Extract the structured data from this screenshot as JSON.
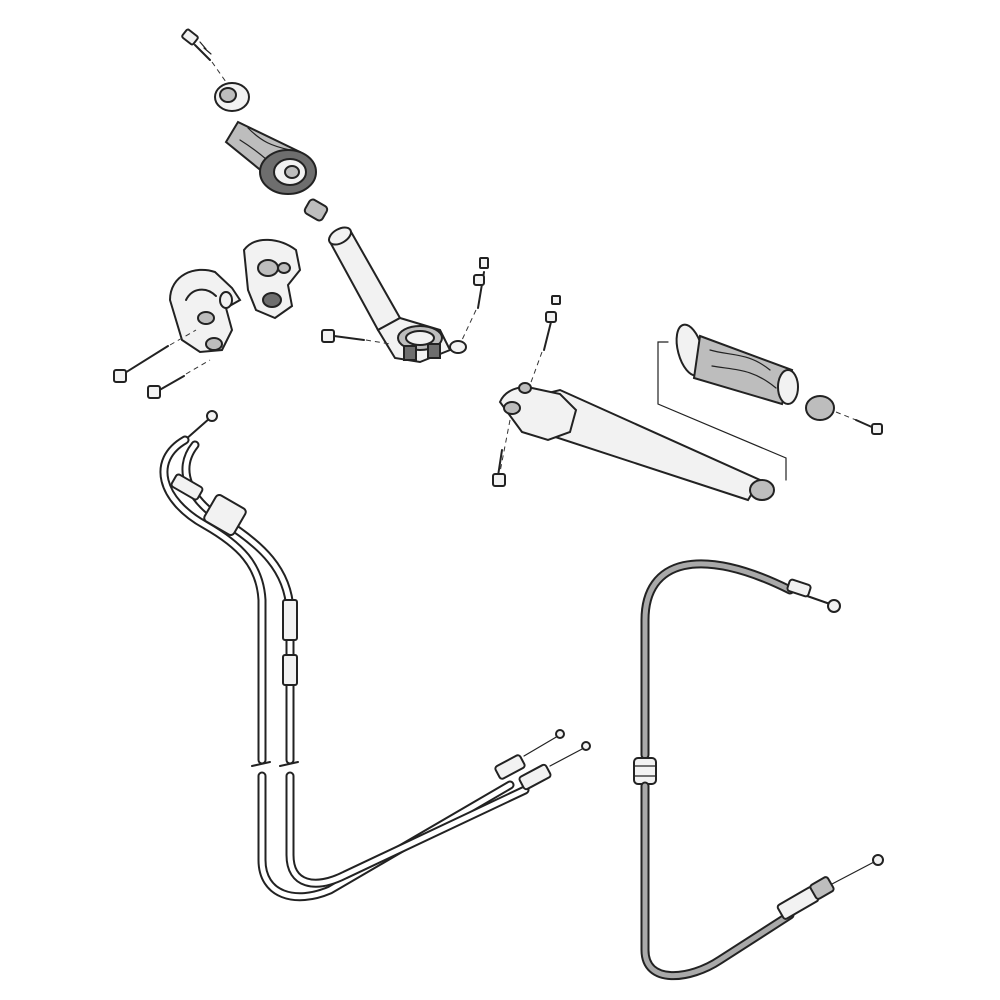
{
  "diagram": {
    "background": "#ffffff",
    "ink_color": "#222222",
    "grey_fill": "#a9a9a9",
    "parts": [
      "top-bolt",
      "bar-end-weight",
      "left-grip",
      "left-bar-end-nut",
      "left-switch-housing-rear",
      "left-switch-housing-front",
      "left-clip-on-handlebar",
      "right-throttle-grip",
      "right-clip-on-handlebar",
      "throttle-cable-pair",
      "clutch-cable"
    ]
  }
}
